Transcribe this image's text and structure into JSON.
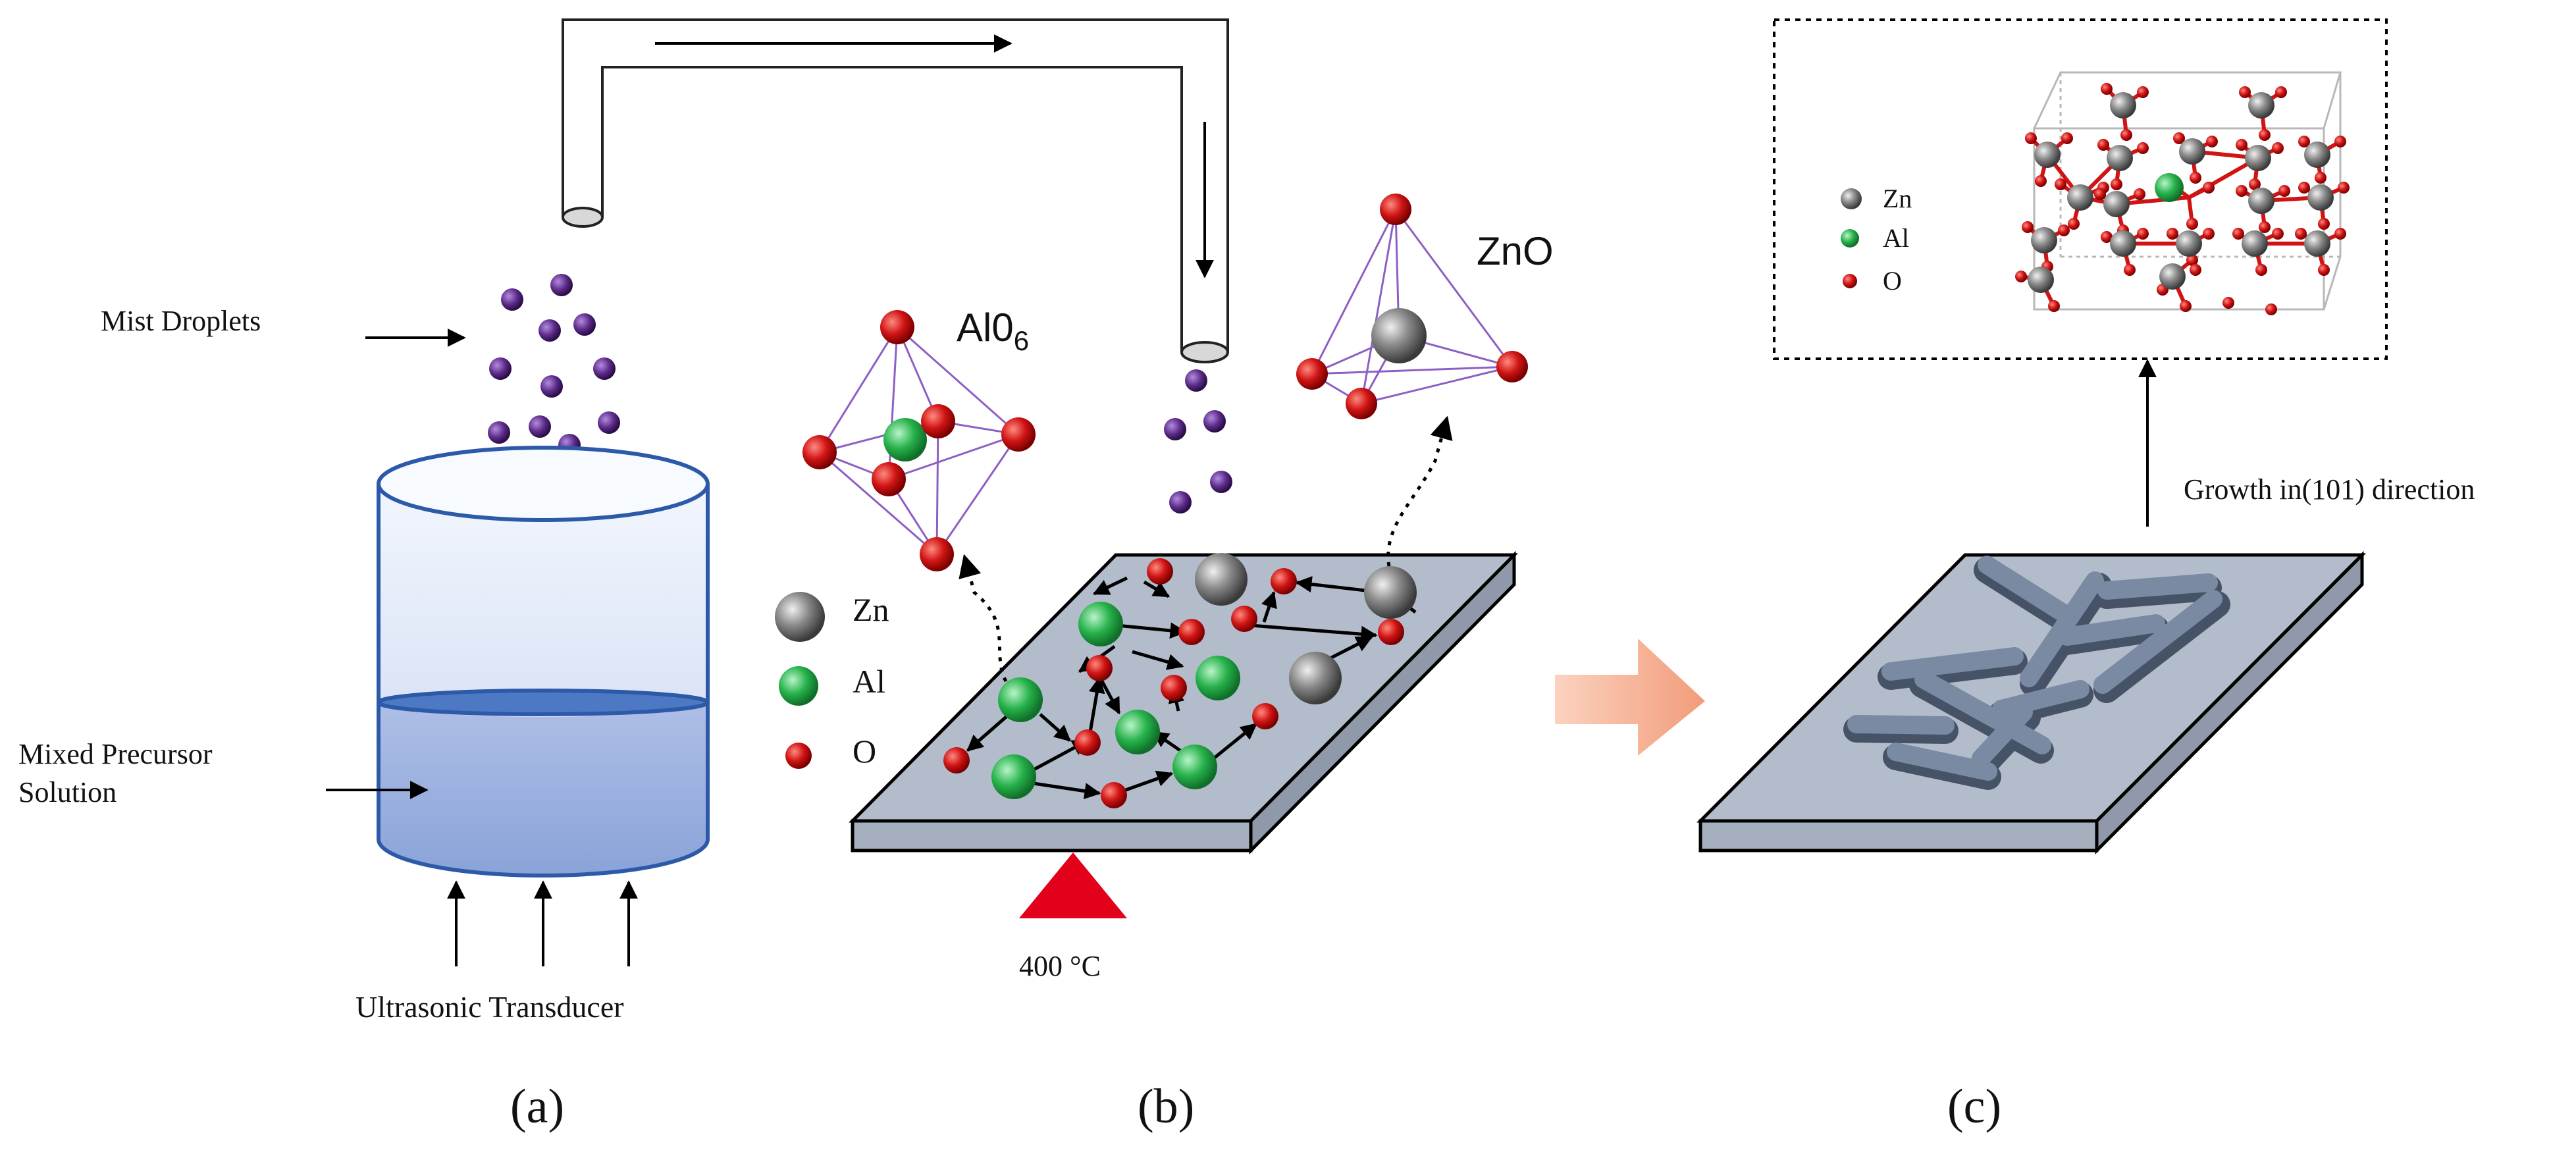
{
  "labels": {
    "mist": "Mist Droplets",
    "precursor_line1": "Mixed Precursor",
    "precursor_line2": "Solution",
    "transducer": "Ultrasonic Transducer",
    "alo6_main": "Al0",
    "alo6_sub": "6",
    "zno": "ZnO",
    "temperature": "400 °C",
    "growth": "Growth in(101) direction"
  },
  "legend_b": {
    "zn": "Zn",
    "al": "Al",
    "o": "O"
  },
  "legend_c": {
    "zn": "Zn",
    "al": "Al",
    "o": "O"
  },
  "panels": {
    "a": "(a)",
    "b": "(b)",
    "c": "(c)"
  },
  "colors": {
    "droplet": "#5a2a86",
    "liquid": "#9db2e0",
    "liquid_line": "#2c5aa8",
    "substrate_top": "#b3bccb",
    "heat": "#e2001a",
    "arrow_big": "#f6b093",
    "zn": "#8a8a8a",
    "al": "#27b14b",
    "o": "#d01414",
    "rod": "#5f6f84"
  }
}
